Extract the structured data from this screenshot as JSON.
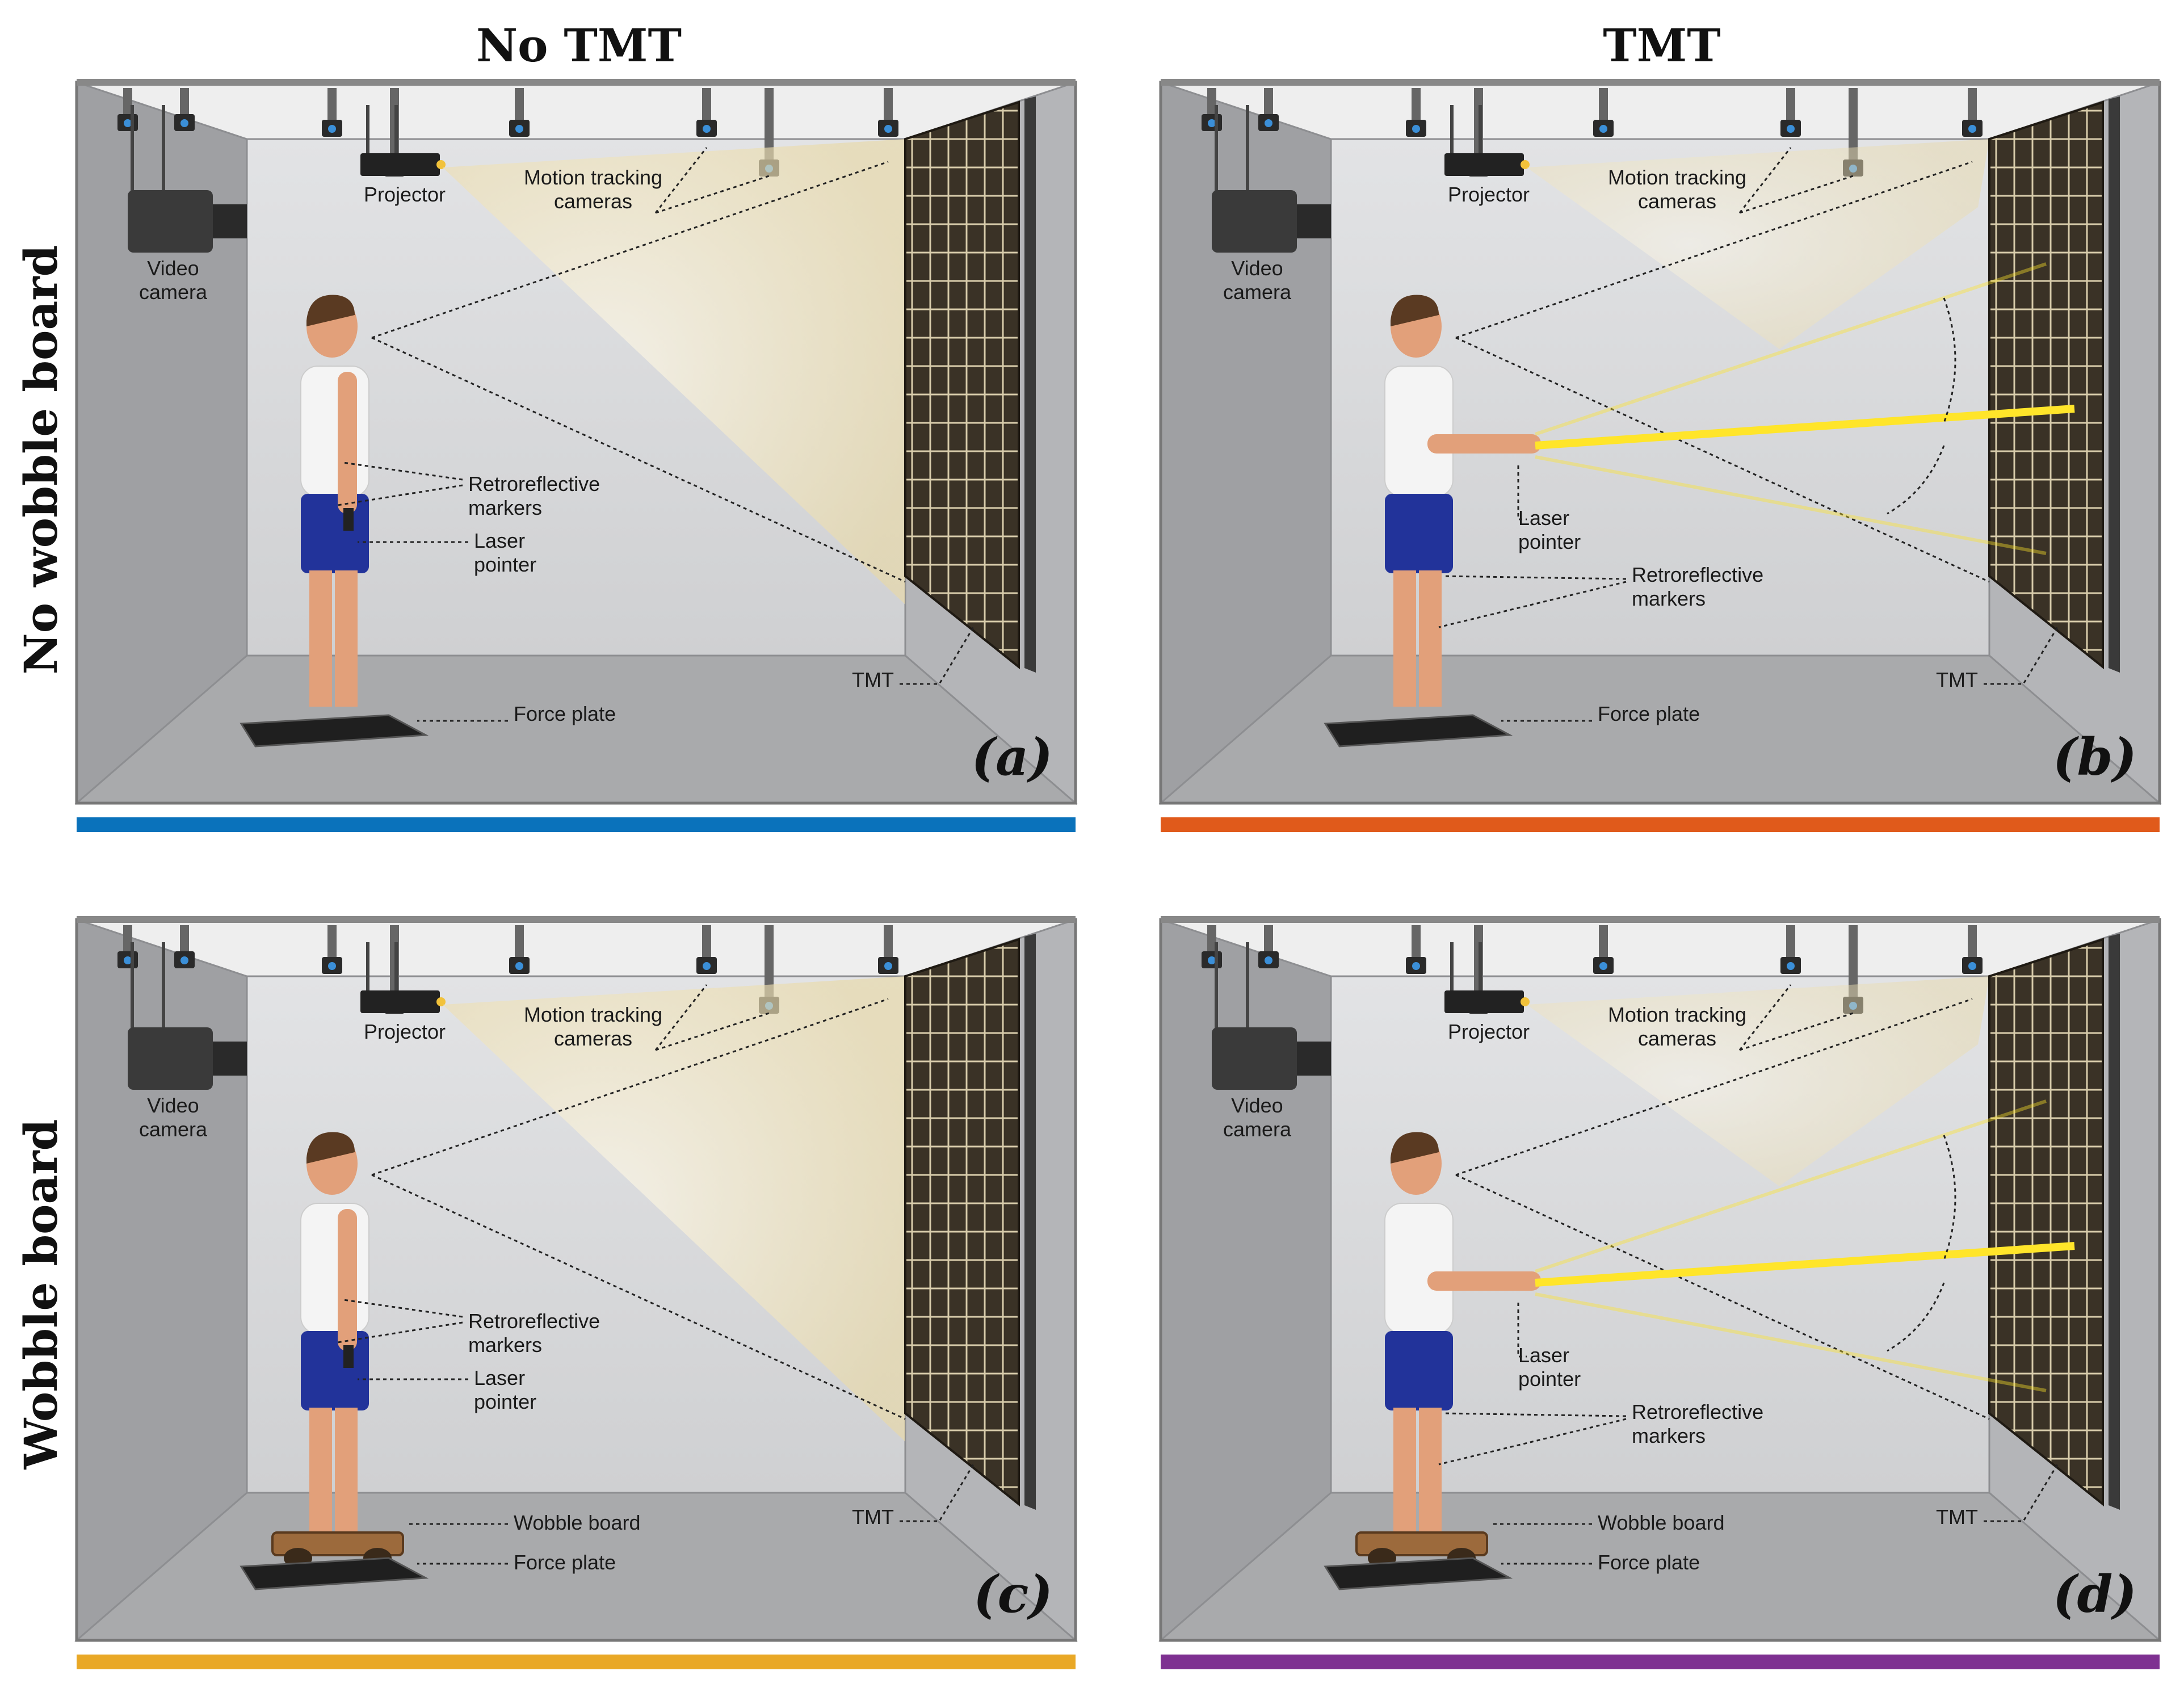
{
  "columns": [
    "No TMT",
    "TMT"
  ],
  "rows": [
    "No wobble board",
    "Wobble board"
  ],
  "panels": [
    {
      "id": "a",
      "label": "(a)",
      "bar_color": "#0a72bb",
      "tmt": false,
      "wobble": false,
      "labels": {
        "video_camera": "Video\ncamera",
        "projector": "Projector",
        "motion_cameras": "Motion tracking\ncameras",
        "markers": "Retroreflective\nmarkers",
        "laser": "Laser\npointer",
        "force_plate": "Force plate",
        "tmt": "TMT"
      }
    },
    {
      "id": "b",
      "label": "(b)",
      "bar_color": "#e05a1b",
      "tmt": true,
      "wobble": false,
      "labels": {
        "video_camera": "Video\ncamera",
        "projector": "Projector",
        "motion_cameras": "Motion tracking\ncameras",
        "markers": "Retroreflective\nmarkers",
        "laser": "Laser\npointer",
        "force_plate": "Force plate",
        "tmt": "TMT"
      }
    },
    {
      "id": "c",
      "label": "(c)",
      "bar_color": "#e9a826",
      "tmt": false,
      "wobble": true,
      "labels": {
        "video_camera": "Video\ncamera",
        "projector": "Projector",
        "motion_cameras": "Motion tracking\ncameras",
        "markers": "Retroreflective\nmarkers",
        "laser": "Laser\npointer",
        "wobble_board": "Wobble board",
        "force_plate": "Force plate",
        "tmt": "TMT"
      }
    },
    {
      "id": "d",
      "label": "(d)",
      "bar_color": "#7e3091",
      "tmt": true,
      "wobble": true,
      "labels": {
        "video_camera": "Video\ncamera",
        "projector": "Projector",
        "motion_cameras": "Motion tracking\ncameras",
        "markers": "Retroreflective\nmarkers",
        "laser": "Laser\npointer",
        "wobble_board": "Wobble board",
        "force_plate": "Force plate",
        "tmt": "TMT"
      }
    }
  ],
  "colors": {
    "room_back": "#d6d7d9",
    "room_side": "#9fa0a3",
    "room_floor": "#a9aaac",
    "ceiling": "#eeeeee",
    "board": "#3a3226",
    "beam": "#f2e7c4",
    "laser": "#ffe52a",
    "shorts": "#22339a",
    "skin": "#e2a07a"
  }
}
